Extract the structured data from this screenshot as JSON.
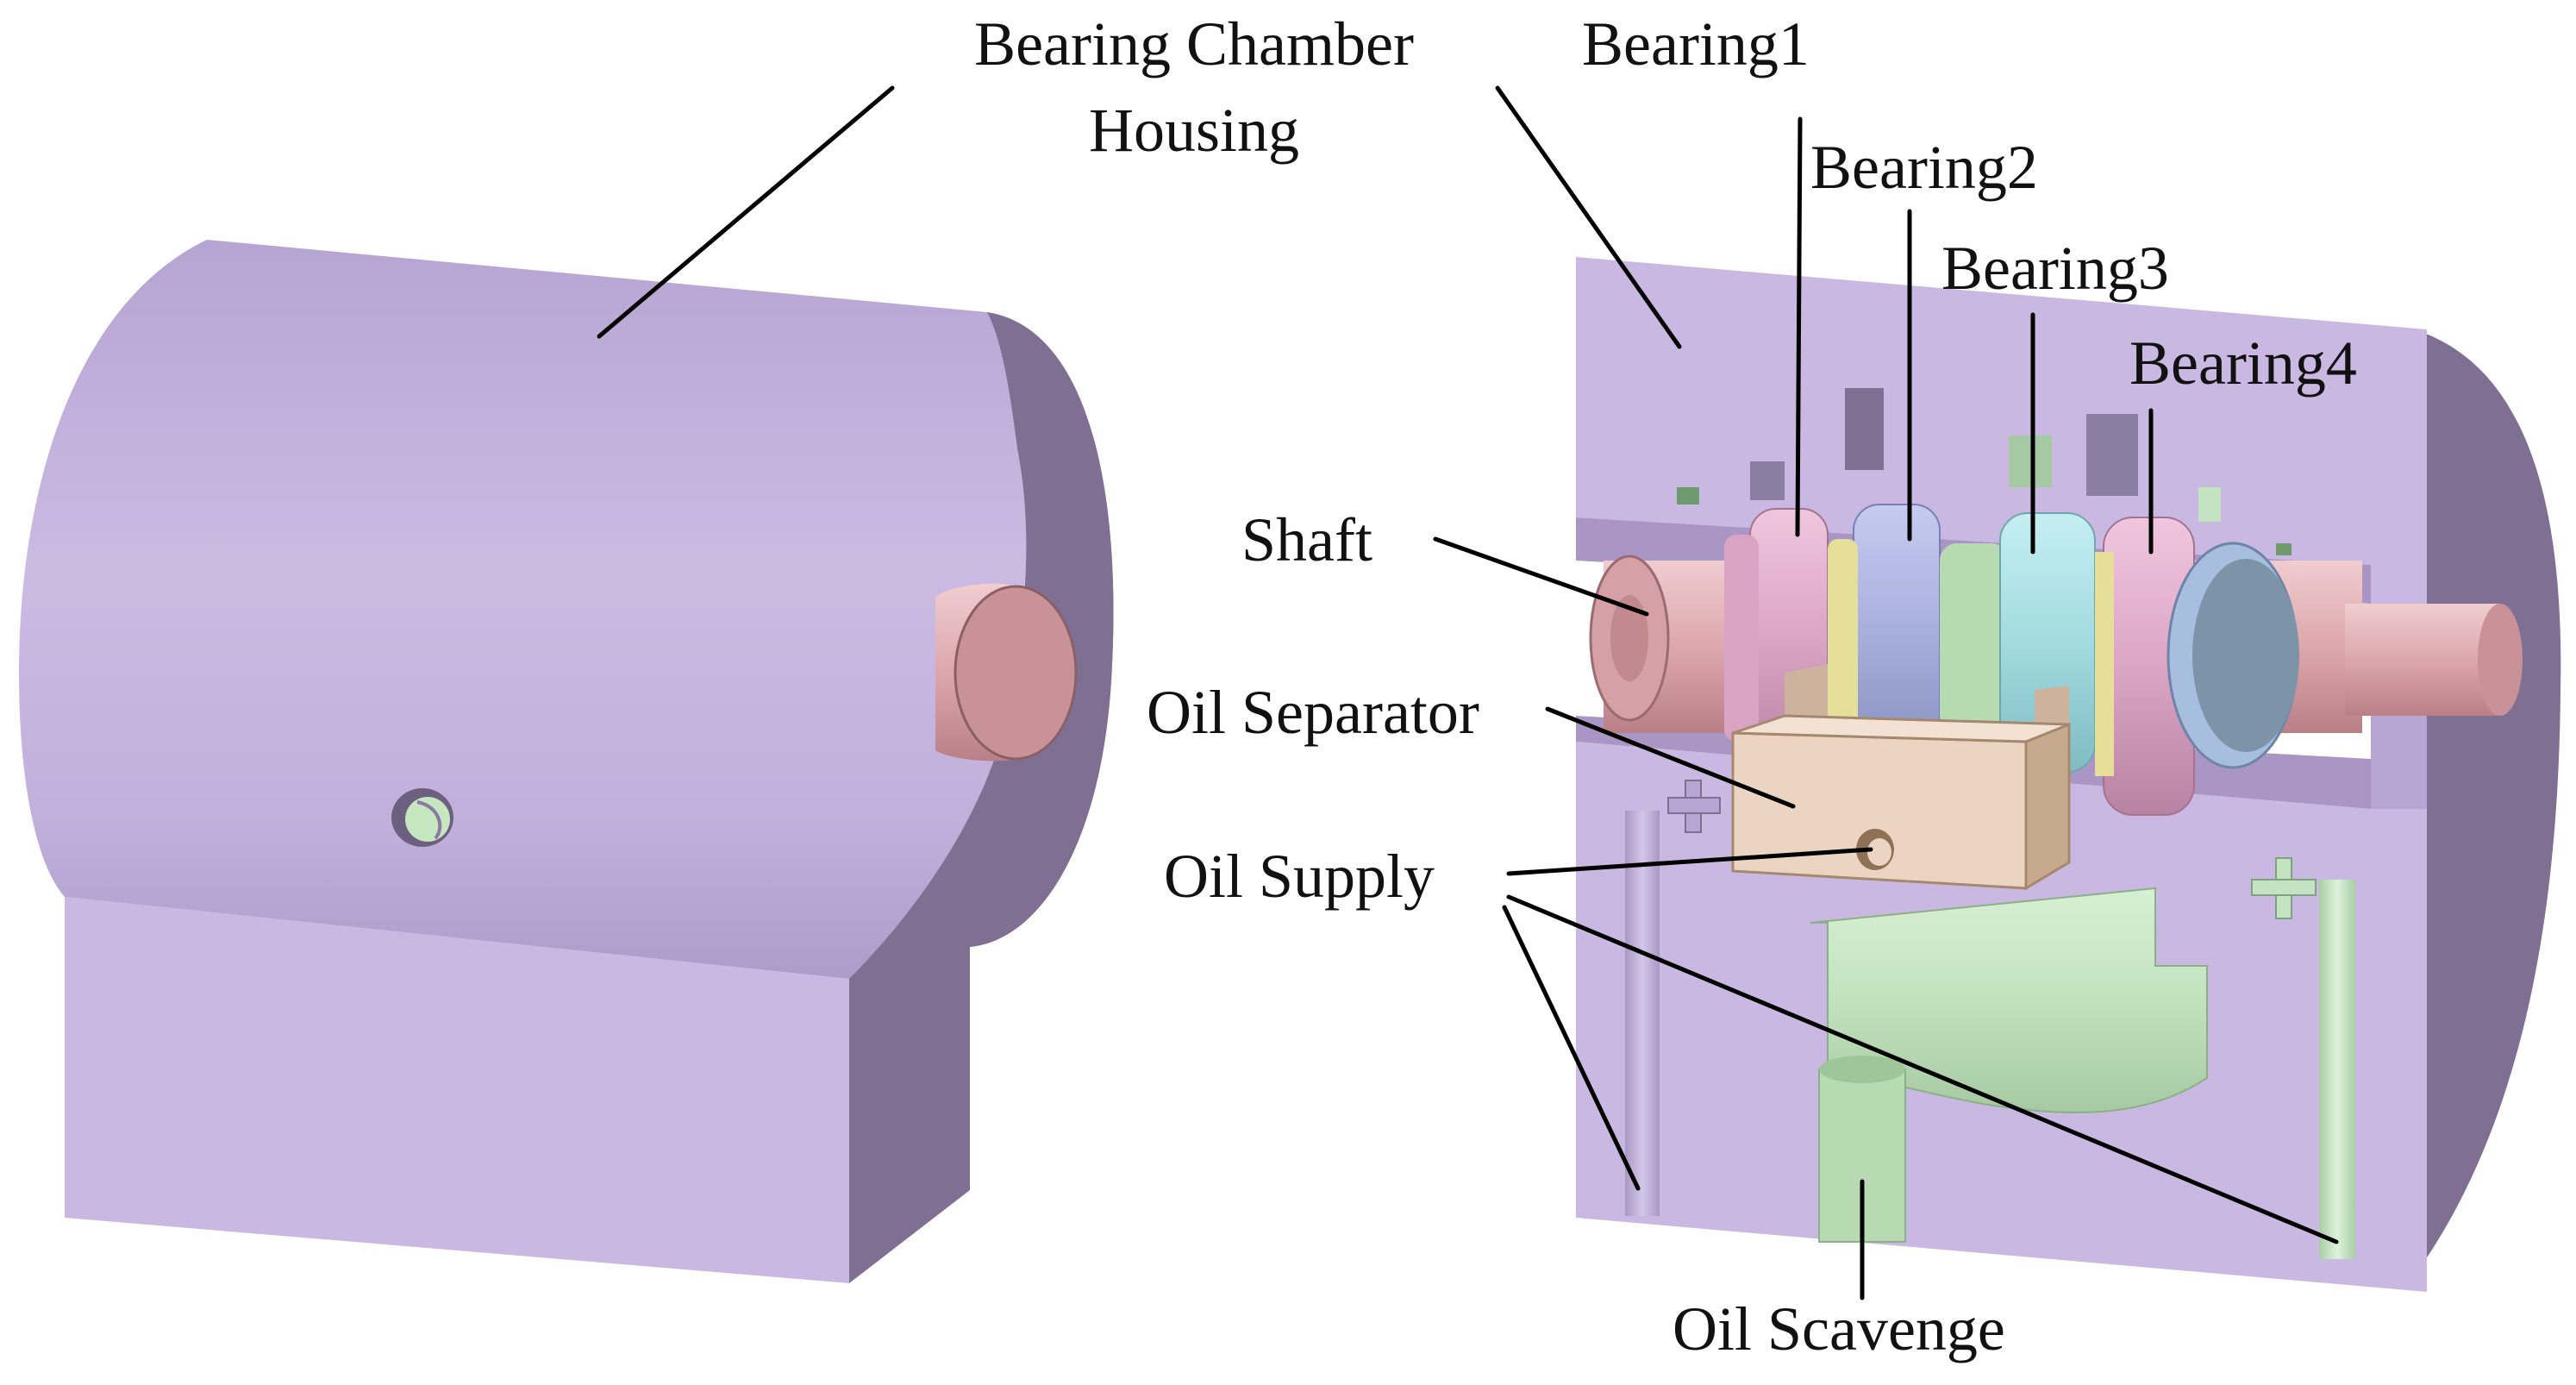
{
  "labels": {
    "housing_line1": "Bearing Chamber",
    "housing_line2": "Housing",
    "bearing1": "Bearing1",
    "bearing2": "Bearing2",
    "bearing3": "Bearing3",
    "bearing4": "Bearing4",
    "shaft": "Shaft",
    "oil_separator": "Oil Separator",
    "oil_supply": "Oil Supply",
    "oil_scavenge": "Oil Scavenge"
  },
  "colors": {
    "housing_light": "#c9b9e2",
    "housing_top": "#b7a5d3",
    "housing_dark": "#7d6e91",
    "bearing_pink": "#dca9c7",
    "bearing_blue": "#aab2e0",
    "bearing_cyan": "#a5dde2",
    "shaft_pink": "#e2afb4",
    "oil_green": "#c4e3c0",
    "separator_tan": "#ebd5c2"
  }
}
